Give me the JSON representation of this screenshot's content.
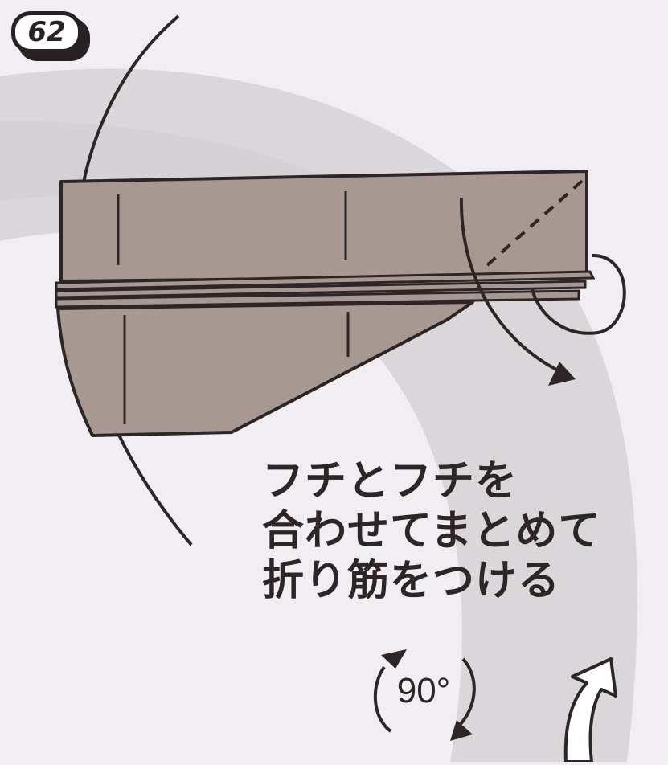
{
  "step": {
    "number": "62"
  },
  "instruction": {
    "lines": [
      "フチとフチを",
      "合わせてまとめて",
      "折り筋をつける"
    ]
  },
  "rotation": {
    "label": "90°"
  },
  "colors": {
    "background": "#f1eef3",
    "band": "#d9d6da",
    "paper": "#a89892",
    "line": "#2e2626",
    "arrow_fill": "#ffffff"
  },
  "icons": [
    "step-badge",
    "fold-arrow",
    "rotate-90-icon",
    "turn-over-arrow-icon"
  ]
}
